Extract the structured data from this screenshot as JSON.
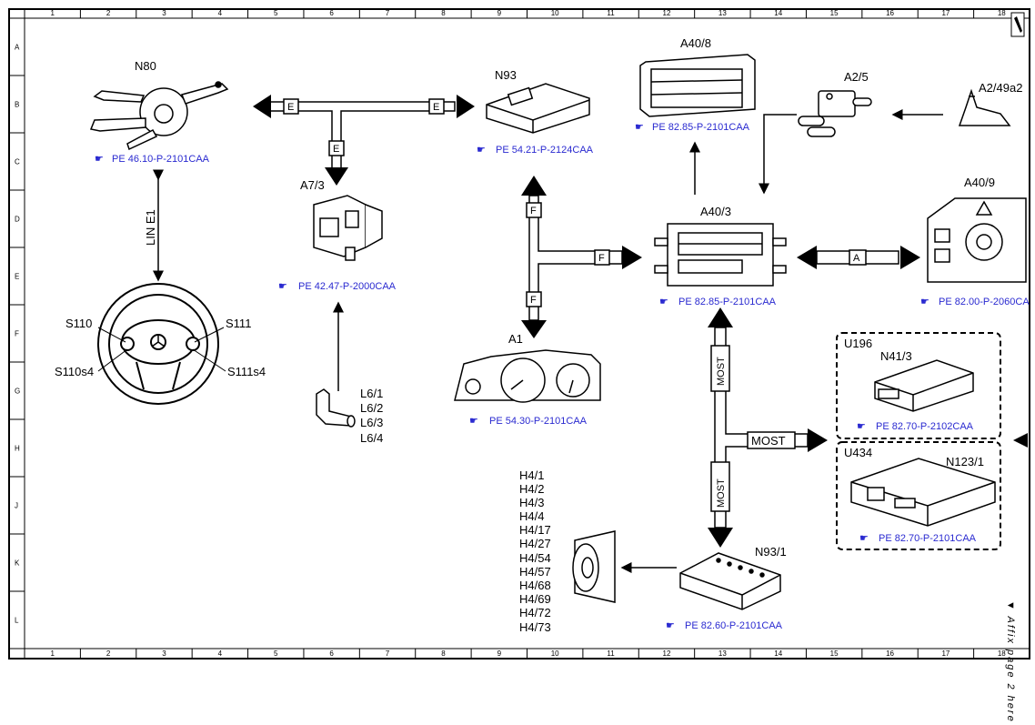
{
  "grid": {
    "columns": [
      "1",
      "2",
      "3",
      "4",
      "5",
      "6",
      "7",
      "8",
      "9",
      "10",
      "11",
      "12",
      "13",
      "14",
      "15",
      "16",
      "17",
      "18"
    ],
    "rows": [
      "A",
      "B",
      "C",
      "D",
      "E",
      "F",
      "G",
      "H",
      "J",
      "K",
      "L"
    ]
  },
  "components": {
    "n80": "N80",
    "n93": "N93",
    "a40_8": "A40/8",
    "a2_5": "A2/5",
    "a2_49a2": "A2/49a2",
    "a7_3": "A7/3",
    "a40_3": "A40/3",
    "a40_9": "A40/9",
    "a1": "A1",
    "s110": "S110",
    "s111": "S111",
    "s110s4": "S110s4",
    "s111s4": "S111s4",
    "u196": "U196",
    "n41_3": "N41/3",
    "u434": "U434",
    "n123_1": "N123/1",
    "n93_1": "N93/1"
  },
  "refs": {
    "n80": "PE 46.10-P-2101CAA",
    "n93": "PE 54.21-P-2124CAA",
    "a40_8": "PE 82.85-P-2101CAA",
    "a7_3": "PE 42.47-P-2000CAA",
    "a40_3": "PE 82.85-P-2101CAA",
    "a40_9": "PE 82.00-P-2060CA",
    "a1": "PE 54.30-P-2101CAA",
    "n41_3": "PE 82.70-P-2102CAA",
    "n123_1": "PE 82.70-P-2101CAA",
    "n93_1": "PE 82.60-P-2101CAA"
  },
  "bus_labels": {
    "lin": "LIN E1",
    "e": "E",
    "f": "F",
    "a": "A",
    "most": "MOST"
  },
  "l6_list": [
    "L6/1",
    "L6/2",
    "L6/3",
    "L6/4"
  ],
  "h4_list": [
    "H4/1",
    "H4/2",
    "H4/3",
    "H4/4",
    "H4/17",
    "H4/27",
    "H4/54",
    "H4/57",
    "H4/68",
    "H4/69",
    "H4/72",
    "H4/73"
  ],
  "side_note": "▼ Affix page 2 here ▼"
}
